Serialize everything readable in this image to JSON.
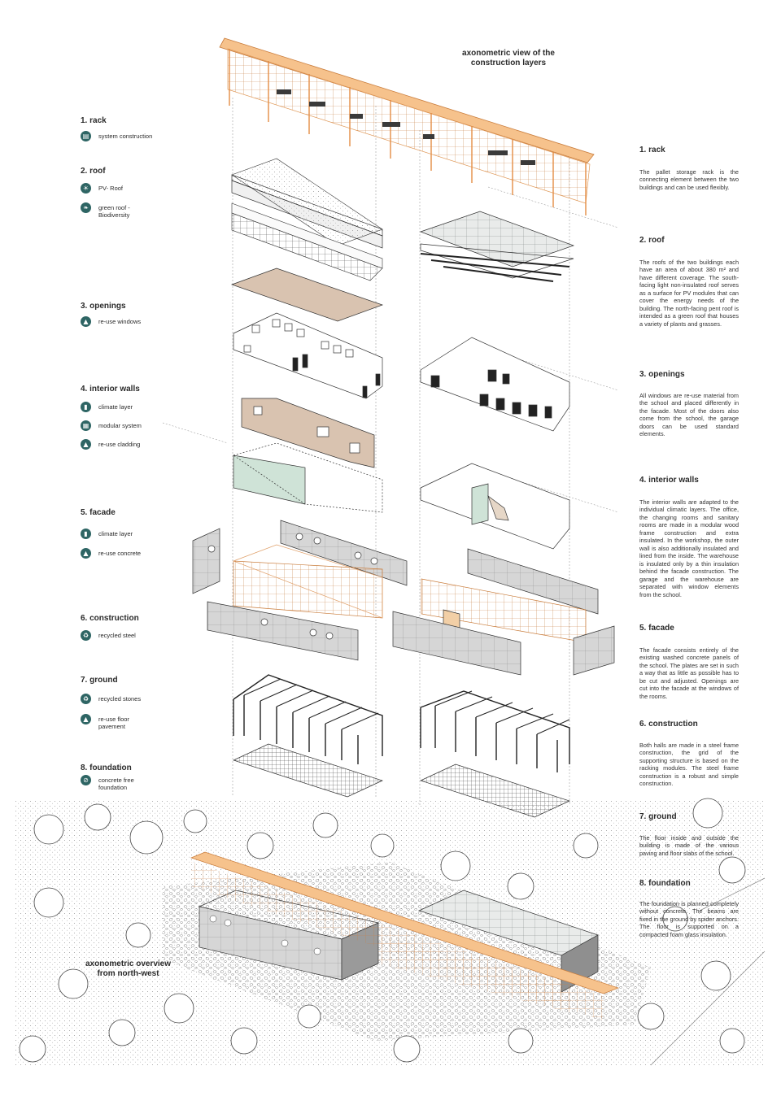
{
  "titles": {
    "top_line1": "axonometric view of the",
    "top_line2": "construction layers",
    "bottom_line1": "axonometric overview",
    "bottom_line2": "from north-west"
  },
  "colors": {
    "accent_orange": "#f2a65a",
    "icon_teal": "#2e6564",
    "wood": "#d9c3b0",
    "glass_green": "#cfe3d7",
    "panel_grey": "#d6d6d6"
  },
  "legend": [
    {
      "title": "1. rack",
      "items": [
        {
          "icon": "rack-icon",
          "glyph": "▤",
          "text": "system construction"
        }
      ]
    },
    {
      "title": "2. roof",
      "items": [
        {
          "icon": "solar-panel-icon",
          "glyph": "☀",
          "text": "PV- Roof"
        },
        {
          "icon": "leaf-icon",
          "glyph": "❧",
          "text": "green roof - Biodiversity"
        }
      ]
    },
    {
      "title": "3. openings",
      "items": [
        {
          "icon": "mountain-icon",
          "glyph": "▲",
          "text": "re-use windows"
        }
      ]
    },
    {
      "title": "4. interior walls",
      "items": [
        {
          "icon": "layer-icon",
          "glyph": "▮",
          "text": "climate layer"
        },
        {
          "icon": "modular-icon",
          "glyph": "▦",
          "text": "modular system"
        },
        {
          "icon": "mountain-icon",
          "glyph": "▲",
          "text": "re-use cladding"
        }
      ]
    },
    {
      "title": "5. facade",
      "items": [
        {
          "icon": "layer-icon",
          "glyph": "▮",
          "text": "climate layer"
        },
        {
          "icon": "mountain-icon",
          "glyph": "▲",
          "text": "re-use concrete"
        }
      ]
    },
    {
      "title": "6. construction",
      "items": [
        {
          "icon": "recycle-icon",
          "glyph": "♻",
          "text": "recycled steel"
        }
      ]
    },
    {
      "title": "7. ground",
      "items": [
        {
          "icon": "recycle-icon",
          "glyph": "♻",
          "text": "recycled stones"
        },
        {
          "icon": "mountain-icon",
          "glyph": "▲",
          "text": "re-use floor pavement"
        }
      ]
    },
    {
      "title": "8. foundation",
      "items": [
        {
          "icon": "no-concrete-icon",
          "glyph": "⊘",
          "text": "concrete free foundation"
        }
      ]
    }
  ],
  "descriptions": [
    {
      "title": "1. rack",
      "text": "The pallet storage rack is the connecting element between the two buildings and can be used flexibly."
    },
    {
      "title": "2. roof",
      "text": "The roofs of the two buildings each have an area of about 380 m² and have different coverage. The south-facing light non-insulated roof serves as a surface for PV modules that can cover the energy needs of the building. The north-facing pent roof is intended as a green roof that houses a variety of plants and grasses."
    },
    {
      "title": "3. openings",
      "text": "All windows are re-use material from the school and placed differently in the facade. Most of the doors also come from the school, the garage doors can be used standard elements."
    },
    {
      "title": "4. interior walls",
      "text": "The interior walls are adapted to the individual climatic layers. The office, the changing rooms and sanitary rooms are made in a modular wood frame construction and extra insulated. In the workshop, the outer wall is also additionally insulated and lined from the inside. The warehouse is insulated only by a thin insulation behind the facade construction. The garage and the warehouse are separated with window elements from the school."
    },
    {
      "title": "5. facade",
      "text": "The facade consists entirely of the existing washed concrete panels of the school. The plates are set in such a way that as little as possible has to be cut and adjusted. Openings are cut into the facade at the windows of the rooms."
    },
    {
      "title": "6. construction",
      "text": "Both halls are made in a steel frame construction, the grid of the supporting structure is based on the racking modules. The steel frame construction is a robust and simple construction."
    },
    {
      "title": "7. ground",
      "text": "The floor inside and outside the building is made of the various paving and floor slabs of the school."
    },
    {
      "title": "8. foundation",
      "text": "The foundation is planned completely without concrete. The beams are fixed in the ground by spider anchors. The floor is supported on a compacted foam glass insulation."
    }
  ]
}
